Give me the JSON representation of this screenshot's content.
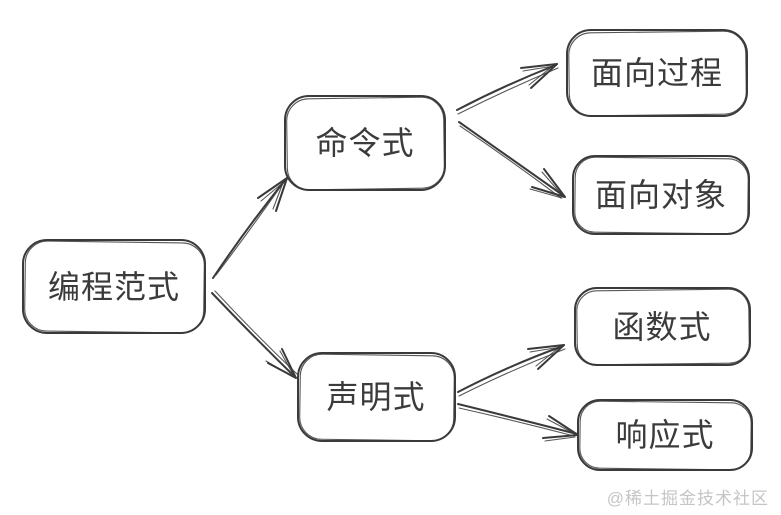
{
  "diagram": {
    "type": "flowchart",
    "style": "hand-drawn",
    "nodes": [
      {
        "id": "root",
        "label": "编程范式"
      },
      {
        "id": "imperative",
        "label": "命令式"
      },
      {
        "id": "declarative",
        "label": "声明式"
      },
      {
        "id": "procedural",
        "label": "面向过程"
      },
      {
        "id": "object-oriented",
        "label": "面向对象"
      },
      {
        "id": "functional",
        "label": "函数式"
      },
      {
        "id": "reactive",
        "label": "响应式"
      }
    ],
    "edges": [
      {
        "from": "编程范式",
        "to": "命令式"
      },
      {
        "from": "编程范式",
        "to": "声明式"
      },
      {
        "from": "命令式",
        "to": "面向过程"
      },
      {
        "from": "命令式",
        "to": "面向对象"
      },
      {
        "from": "声明式",
        "to": "函数式"
      },
      {
        "from": "声明式",
        "to": "响应式"
      }
    ],
    "colors": {
      "stroke": "#3a3a3a",
      "text": "#3b3b3b",
      "background": "#ffffff",
      "watermark": "#c5c5c5"
    }
  },
  "watermark": {
    "text": "@稀土掘金技术社区"
  }
}
